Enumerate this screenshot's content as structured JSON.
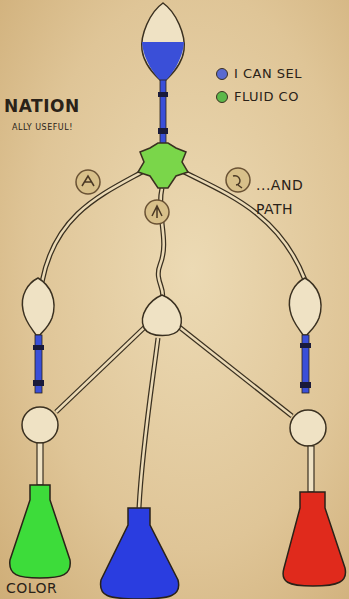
{
  "diagram": {
    "labels": [
      "NATION",
      "ALLY USEFUL!",
      "...AND PATH",
      "COLOR"
    ],
    "legend": [
      {
        "text": "I CAN SEL",
        "color": "#5a6ad0"
      },
      {
        "text": "FLUID CO",
        "color": "#5cb84a"
      }
    ]
  }
}
